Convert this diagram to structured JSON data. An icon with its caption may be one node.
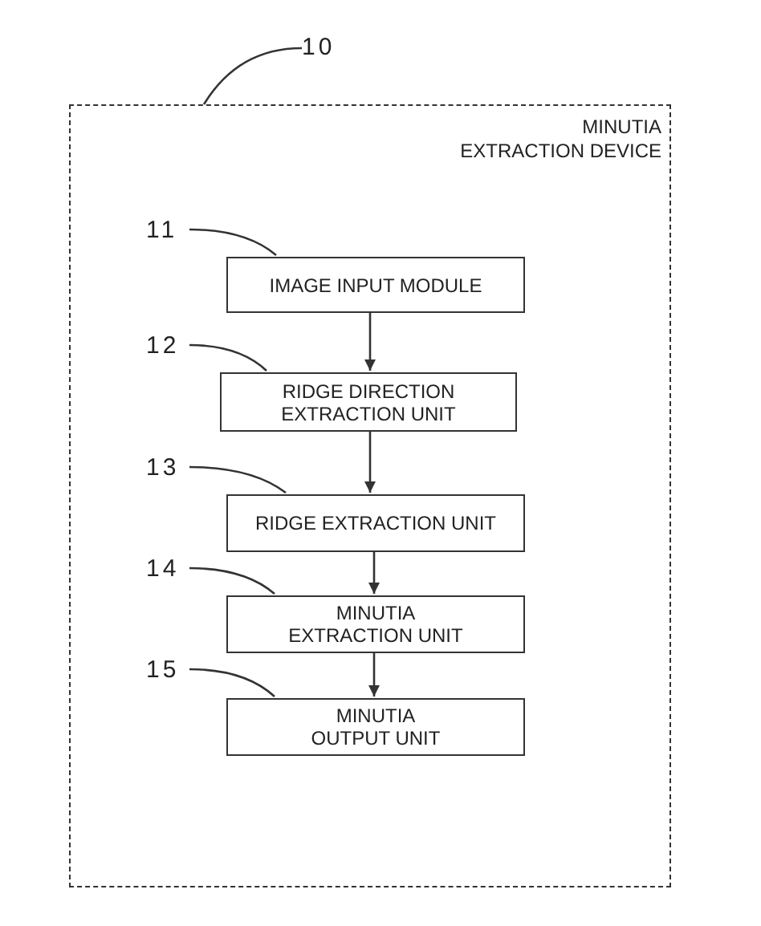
{
  "diagram": {
    "nodes": [
      {
        "text": [
          "MINUTIA EXTRACTION DEVICE"
        ]
      },
      {
        "text": [
          "IMAGE INPUT MODULE"
        ],
        "in": 0
      },
      {
        "text": [
          "RIDGE DIRECTION EXTRACTION UNIT"
        ],
        "in": 0
      },
      {
        "text": [
          "RIDGE EXTRACTION UNIT"
        ],
        "in": 0
      },
      {
        "text": [
          "MINUTIA EXTRACTION UNIT"
        ],
        "in": 0
      },
      {
        "text": [
          "MINUTIA OUTPUT UNIT"
        ],
        "in": 0
      },
      {
        "text": [
          "10"
        ]
      },
      {
        "text": [
          "11"
        ],
        "in": 0
      },
      {
        "text": [
          "12"
        ],
        "in": 0
      },
      {
        "text": [
          "13"
        ],
        "in": 0
      },
      {
        "text": [
          "14"
        ],
        "in": 0
      },
      {
        "text": [
          "15"
        ],
        "in": 0
      }
    ],
    "edges": [
      {
        "from": 1,
        "to": 2,
        "arrow": "to"
      },
      {
        "from": 2,
        "to": 3,
        "arrow": "to"
      },
      {
        "from": 3,
        "to": 4,
        "arrow": "to"
      },
      {
        "from": 4,
        "to": 5,
        "arrow": "to"
      },
      {
        "from": 6,
        "to": 0,
        "arrow": "none"
      },
      {
        "from": 7,
        "to": 1,
        "arrow": "none"
      },
      {
        "from": 8,
        "to": 2,
        "arrow": "none"
      },
      {
        "from": 9,
        "to": 3,
        "arrow": "none"
      },
      {
        "from": 10,
        "to": 4,
        "arrow": "none"
      },
      {
        "from": 11,
        "to": 5,
        "arrow": "none"
      }
    ]
  }
}
